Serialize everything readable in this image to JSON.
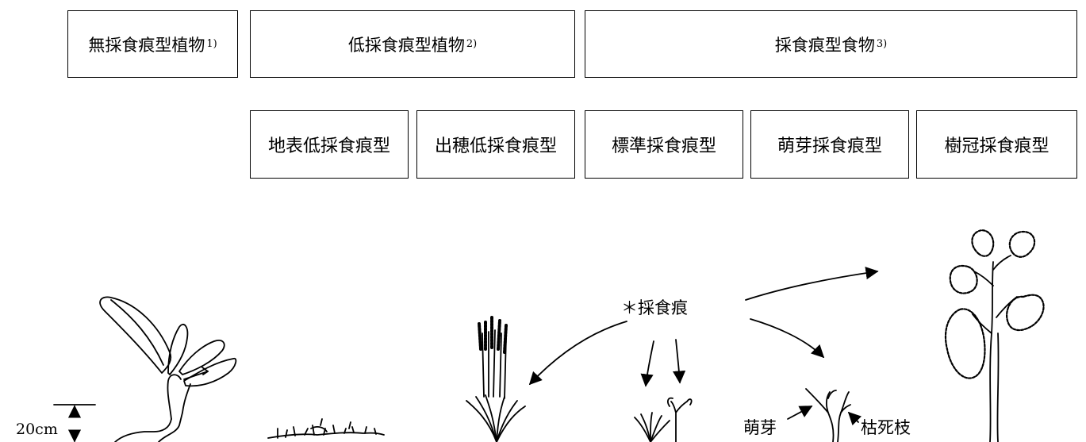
{
  "categories": [
    {
      "label": "無採食痕型植物",
      "note": "1)"
    },
    {
      "label": "低採食痕型植物",
      "note": "2)"
    },
    {
      "label": "採食痕型食物",
      "note": "3)"
    }
  ],
  "subtypes": [
    "地表低採食痕型",
    "出穂低採食痕型",
    "標準採食痕型",
    "萌芽採食痕型",
    "樹冠採食痕型"
  ],
  "annotations": {
    "feeding_mark": "＊採食痕",
    "scale": "20cm",
    "sprout": "萌芽",
    "dead_branch": "枯死枝"
  },
  "colors": {
    "line": "#000000",
    "background": "#ffffff"
  }
}
